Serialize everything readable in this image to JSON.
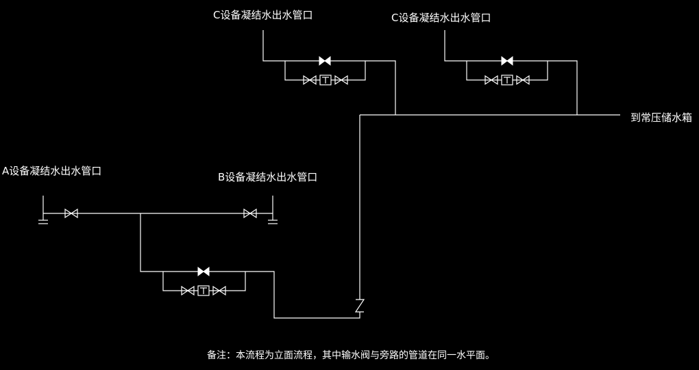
{
  "labels": {
    "outlet_c1": "C设备凝结水出水管口",
    "outlet_c2": "C设备凝结水出水管口",
    "outlet_a": "A设备凝结水出水管口",
    "outlet_b": "B设备凝结水出水管口",
    "to_tank": "到常压储水箱"
  },
  "note": "备注：本流程为立面流程，其中输水阀与旁路的管道在同一水平面。",
  "colors": {
    "background": "#000000",
    "line": "#ffffff"
  }
}
